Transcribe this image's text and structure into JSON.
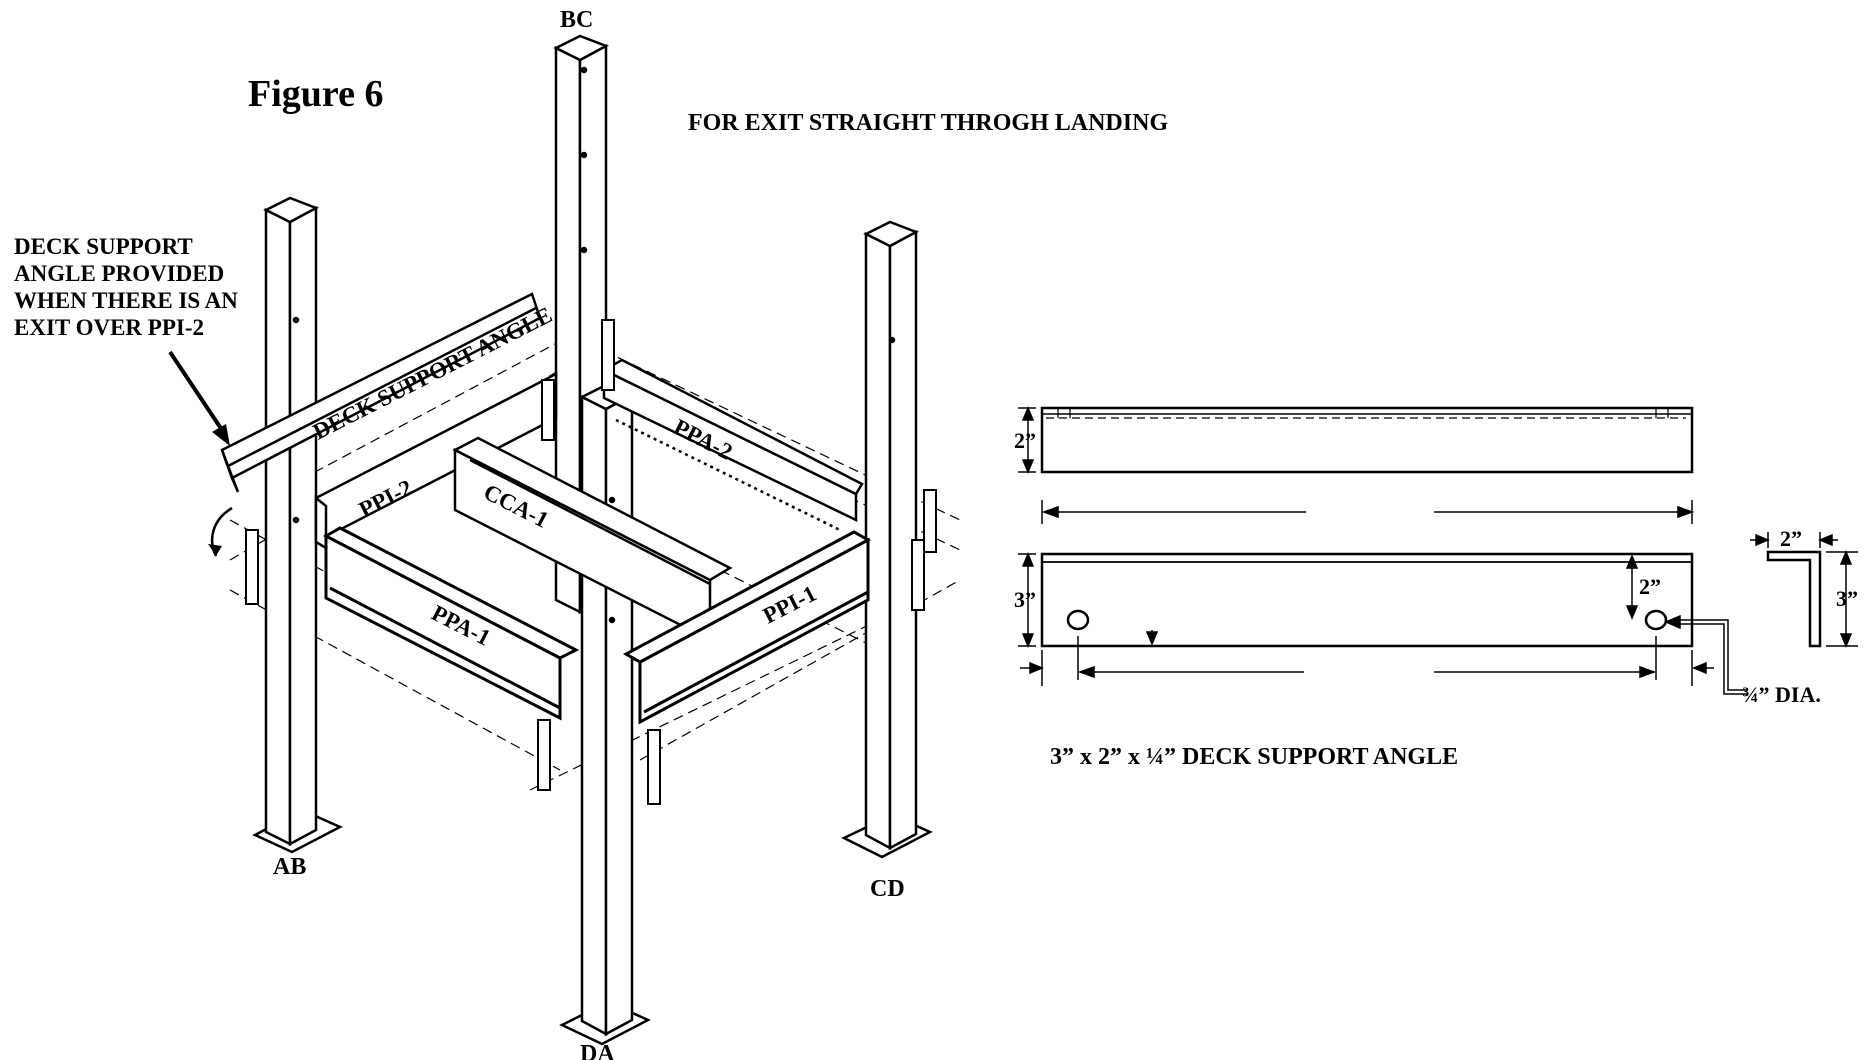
{
  "figure_title": "Figure 6",
  "subtitle": "FOR EXIT STRAIGHT THROGH LANDING",
  "note_lines": [
    "DECK SUPPORT",
    "ANGLE PROVIDED",
    "WHEN THERE IS AN",
    "EXIT OVER PPI-2"
  ],
  "posts": {
    "ab": "AB",
    "bc": "BC",
    "cd": "CD",
    "da": "DA"
  },
  "parts": {
    "deck_support_angle": "DECK SUPPORT ANGLE",
    "ppi1": "PPI-1",
    "ppi2": "PPI-2",
    "ppa1": "PPA-1",
    "ppa2": "PPA-2",
    "cca1": "CCA-1"
  },
  "detail": {
    "caption": "3” x 2” x ¼” DECK SUPPORT ANGLE",
    "dim_top_height": "2”",
    "dim_front_height": "3”",
    "dim_hole_offset": "2”",
    "profile_width": "2”",
    "profile_height": "3”",
    "hole_dia": "¾” DIA."
  }
}
